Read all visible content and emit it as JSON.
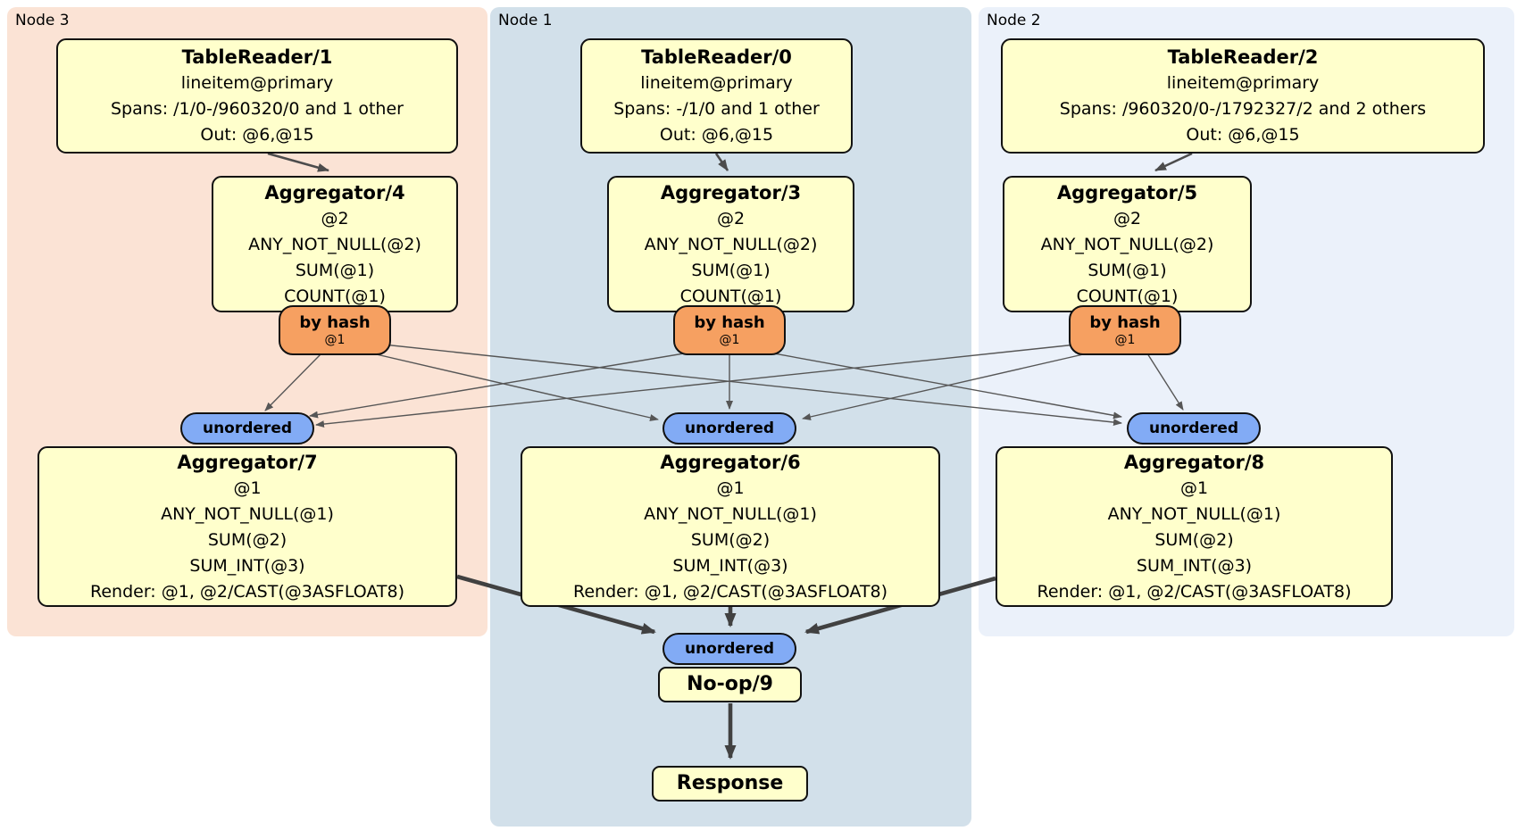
{
  "diagram_type": "distributed-sql-plan",
  "regions": {
    "node3": {
      "label": "Node 3",
      "color": "#fbe3d5"
    },
    "node1": {
      "label": "Node 1",
      "color": "#d2e0ea"
    },
    "node2": {
      "label": "Node 2",
      "color": "#ebf1fa"
    }
  },
  "boxes": {
    "tr1": {
      "title": "TableReader/1",
      "line1": "lineitem@primary",
      "line2": "Spans: /1/0-/960320/0 and 1 other",
      "line3": "Out: @6,@15"
    },
    "tr0": {
      "title": "TableReader/0",
      "line1": "lineitem@primary",
      "line2": "Spans: -/1/0 and 1 other",
      "line3": "Out: @6,@15"
    },
    "tr2": {
      "title": "TableReader/2",
      "line1": "lineitem@primary",
      "line2": "Spans: /960320/0-/1792327/2 and 2 others",
      "line3": "Out: @6,@15"
    },
    "agg4": {
      "title": "Aggregator/4",
      "line1": "@2",
      "line2": "ANY_NOT_NULL(@2)",
      "line3": "SUM(@1)",
      "line4": "COUNT(@1)"
    },
    "agg3": {
      "title": "Aggregator/3",
      "line1": "@2",
      "line2": "ANY_NOT_NULL(@2)",
      "line3": "SUM(@1)",
      "line4": "COUNT(@1)"
    },
    "agg5": {
      "title": "Aggregator/5",
      "line1": "@2",
      "line2": "ANY_NOT_NULL(@2)",
      "line3": "SUM(@1)",
      "line4": "COUNT(@1)"
    },
    "agg7": {
      "title": "Aggregator/7",
      "line1": "@1",
      "line2": "ANY_NOT_NULL(@1)",
      "line3": "SUM(@2)",
      "line4": "SUM_INT(@3)",
      "line5": "Render: @1, @2/CAST(@3ASFLOAT8)"
    },
    "agg6": {
      "title": "Aggregator/6",
      "line1": "@1",
      "line2": "ANY_NOT_NULL(@1)",
      "line3": "SUM(@2)",
      "line4": "SUM_INT(@3)",
      "line5": "Render: @1, @2/CAST(@3ASFLOAT8)"
    },
    "agg8": {
      "title": "Aggregator/8",
      "line1": "@1",
      "line2": "ANY_NOT_NULL(@1)",
      "line3": "SUM(@2)",
      "line4": "SUM_INT(@3)",
      "line5": "Render: @1, @2/CAST(@3ASFLOAT8)"
    },
    "noop": {
      "title": "No-op/9"
    },
    "response": {
      "title": "Response"
    }
  },
  "router": {
    "label": "by hash",
    "sublabel": "@1"
  },
  "sync": {
    "label": "unordered"
  },
  "edges": [
    {
      "from": "TableReader/1",
      "to": "Aggregator/4"
    },
    {
      "from": "TableReader/0",
      "to": "Aggregator/3"
    },
    {
      "from": "TableReader/2",
      "to": "Aggregator/5"
    },
    {
      "from": "Aggregator/4",
      "via": "by hash @1",
      "to": "unordered/Aggregator/7"
    },
    {
      "from": "Aggregator/4",
      "via": "by hash @1",
      "to": "unordered/Aggregator/6"
    },
    {
      "from": "Aggregator/4",
      "via": "by hash @1",
      "to": "unordered/Aggregator/8"
    },
    {
      "from": "Aggregator/3",
      "via": "by hash @1",
      "to": "unordered/Aggregator/7"
    },
    {
      "from": "Aggregator/3",
      "via": "by hash @1",
      "to": "unordered/Aggregator/6"
    },
    {
      "from": "Aggregator/3",
      "via": "by hash @1",
      "to": "unordered/Aggregator/8"
    },
    {
      "from": "Aggregator/5",
      "via": "by hash @1",
      "to": "unordered/Aggregator/7"
    },
    {
      "from": "Aggregator/5",
      "via": "by hash @1",
      "to": "unordered/Aggregator/6"
    },
    {
      "from": "Aggregator/5",
      "via": "by hash @1",
      "to": "unordered/Aggregator/8"
    },
    {
      "from": "Aggregator/7",
      "to": "unordered/No-op/9"
    },
    {
      "from": "Aggregator/6",
      "to": "unordered/No-op/9"
    },
    {
      "from": "Aggregator/8",
      "to": "unordered/No-op/9"
    },
    {
      "from": "No-op/9",
      "to": "Response"
    }
  ],
  "colors": {
    "box_fill": "#ffffcc",
    "router_fill": "#f6a061",
    "sync_fill": "#82abf5",
    "edge_thin": "#565656",
    "edge_thick": "#414141",
    "border": "#111111"
  }
}
